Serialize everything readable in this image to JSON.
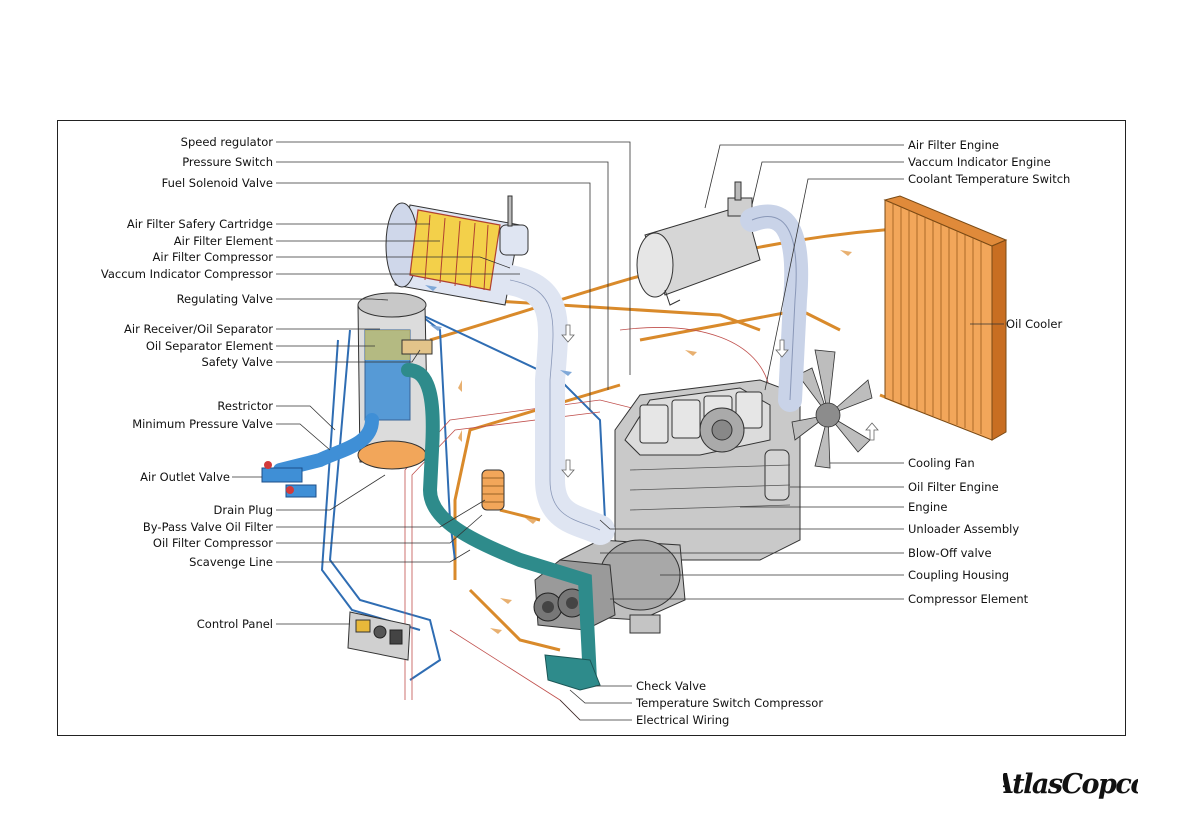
{
  "labels": {
    "speed_regulator": "Speed regulator",
    "pressure_switch": "Pressure Switch",
    "fuel_solenoid_valve": "Fuel Solenoid Valve",
    "air_filter_safety_cartridge": "Air Filter Safery Cartridge",
    "air_filter_element": "Air Filter Element",
    "air_filter_compressor": "Air Filter Compressor",
    "vaccum_indicator_compressor": "Vaccum Indicator Compressor",
    "regulating_valve": "Regulating Valve",
    "air_receiver_oil_separator": "Air Receiver/Oil Separator",
    "oil_separator_element": "Oil Separator Element",
    "safety_valve": "Safety Valve",
    "restrictor": "Restrictor",
    "minimum_pressure_valve": "Minimum Pressure Valve",
    "air_outlet_valve": "Air Outlet Valve",
    "drain_plug": "Drain Plug",
    "bypass_valve_oil_filter": "By-Pass Valve Oil Filter",
    "oil_filter_compressor": "Oil Filter Compressor",
    "scavenge_line": "Scavenge Line",
    "control_panel": "Control Panel",
    "air_filter_engine": "Air Filter Engine",
    "vaccum_indicator_engine": "Vaccum Indicator Engine",
    "coolant_temperature_switch": "Coolant Temperature Switch",
    "oil_cooler": "Oil Cooler",
    "cooling_fan": "Cooling Fan",
    "oil_filter_engine": "Oil Filter Engine",
    "engine": "Engine",
    "unloader_assembly": "Unloader Assembly",
    "blow_off_valve": "Blow-Off valve",
    "coupling_housing": "Coupling Housing",
    "compressor_element": "Compressor Element",
    "check_valve": "Check Valve",
    "temperature_switch_compressor": "Temperature Switch Compressor",
    "electrical_wiring": "Electrical Wiring"
  },
  "logo": {
    "text": "AtlasCopco"
  },
  "colors": {
    "oil_line": "#d98a2b",
    "air_line": "#2f6db3",
    "wiring": "#c0504d",
    "oil_cooler": "#f2a65a",
    "discharge_pipe": "#2e8b8b",
    "intake_pipe": "#dfe5f2",
    "engine_body": "#c9c9c9"
  }
}
